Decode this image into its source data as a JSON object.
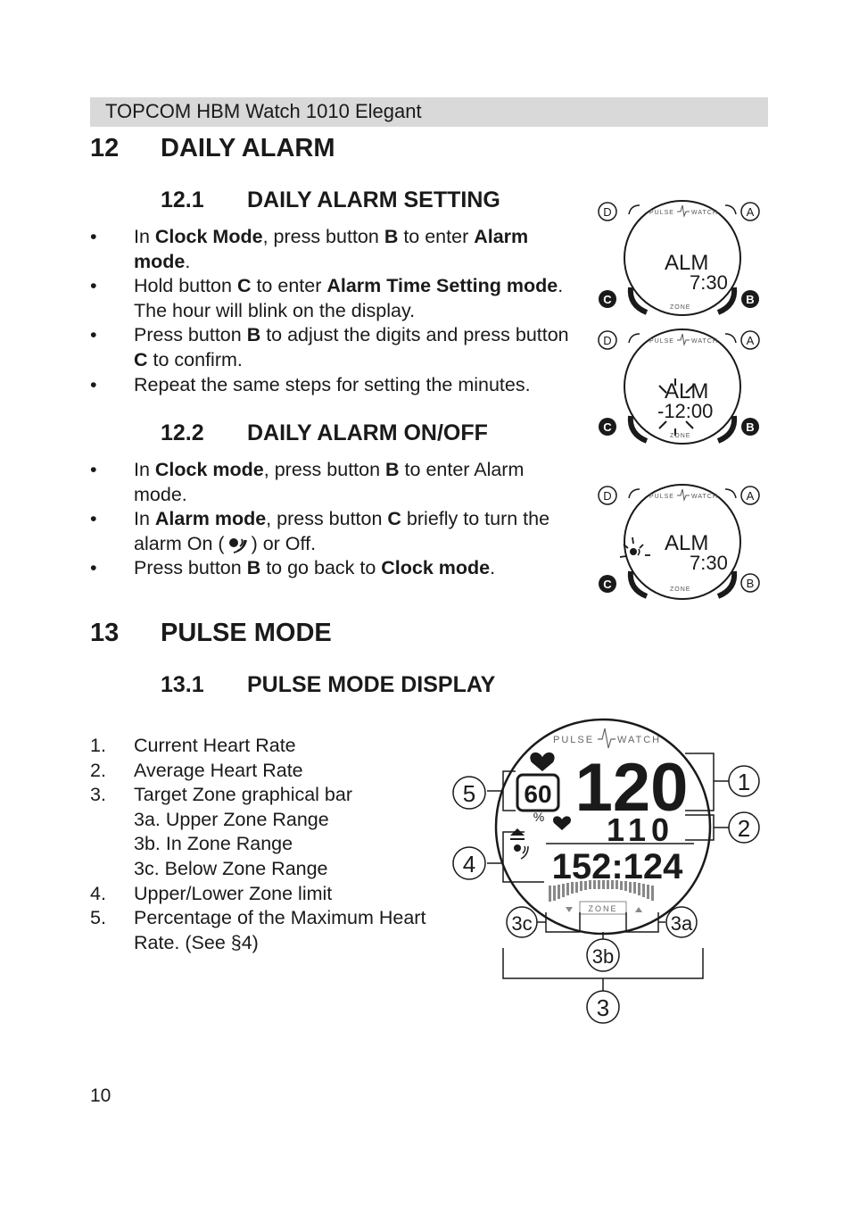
{
  "header": {
    "title": "TOPCOM HBM Watch 1010 Elegant"
  },
  "section12": {
    "num": "12",
    "title": "DAILY ALARM",
    "sub1": {
      "num": "12.1",
      "title": "DAILY ALARM SETTING",
      "items": [
        {
          "marker": "•",
          "t0": "In ",
          "b0": "Clock Mode",
          "t1": ", press button ",
          "b1": "B",
          "t2": " to enter ",
          "b2": "Alarm mode",
          "t3": "."
        },
        {
          "marker": "•",
          "t0": "Hold button ",
          "b0": "C",
          "t1": " to enter ",
          "b1": "Alarm Time Setting mode",
          "t2": ". The hour will blink on the display."
        },
        {
          "marker": "•",
          "t0": "Press button ",
          "b0": "B",
          "t1": " to adjust the digits and press button ",
          "b1": "C",
          "t2": " to confirm."
        },
        {
          "marker": "•",
          "t0": "Repeat the same steps for setting the minutes."
        }
      ]
    },
    "sub2": {
      "num": "12.2",
      "title": "DAILY ALARM ON/OFF",
      "items": [
        {
          "marker": "•",
          "t0": "In ",
          "b0": "Clock mode",
          "t1": ", press button ",
          "b1": "B",
          "t2": " to enter Alarm mode."
        },
        {
          "marker": "•",
          "t0": "In ",
          "b0": "Alarm mode",
          "t1": ", press button ",
          "b1": "C",
          "t2": " briefly to turn the alarm On (",
          "t3": ") or Off."
        },
        {
          "marker": "•",
          "t0": "Press button ",
          "b0": "B",
          "t1": " to go back to ",
          "b1": "Clock mode",
          "t2": "."
        }
      ]
    }
  },
  "section13": {
    "num": "13",
    "title": "PULSE MODE",
    "sub1": {
      "num": "13.1",
      "title": "PULSE MODE DISPLAY",
      "items": [
        {
          "marker": "1.",
          "text": "Current Heart Rate"
        },
        {
          "marker": "2.",
          "text": "Average Heart Rate"
        },
        {
          "marker": "3.",
          "text": "Target Zone graphical bar"
        },
        {
          "marker": "",
          "text": "3a.  Upper Zone Range"
        },
        {
          "marker": "",
          "text": "3b.  In Zone Range"
        },
        {
          "marker": "",
          "text": "3c.  Below Zone Range"
        },
        {
          "marker": "4.",
          "text": "Upper/Lower Zone limit"
        },
        {
          "marker": "5.",
          "text": "Percentage of the Maximum Heart Rate. (See §4)"
        }
      ]
    }
  },
  "watches": {
    "buttons": {
      "a": "A",
      "b": "B",
      "c": "C",
      "d": "D"
    },
    "brand": {
      "left": "PULSE",
      "right": "WATCH"
    },
    "zone": "ZONE",
    "w1": {
      "line1": "ALM",
      "line2": "7:30"
    },
    "w2": {
      "line1": "ALM",
      "line2": "-12:00"
    },
    "w3": {
      "line1": "ALM",
      "line2": "7:30"
    }
  },
  "pulse_display": {
    "big": "120",
    "pct": "60",
    "pct_sign": "%",
    "avg": "110",
    "limits": "152:124",
    "callouts": {
      "c1": "1",
      "c2": "2",
      "c3": "3",
      "c3a": "3a",
      "c3b": "3b",
      "c3c": "3c",
      "c4": "4",
      "c5": "5"
    }
  },
  "footer": {
    "page": "10"
  }
}
